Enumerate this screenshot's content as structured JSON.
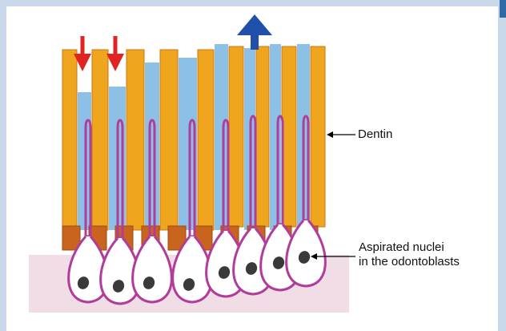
{
  "labels": {
    "dentin": "Dentin",
    "nuclei_line1": "Aspirated nuclei",
    "nuclei_line2": "in the odontoblasts"
  },
  "colors": {
    "dentin_tubule": "#f0a51e",
    "dentin_edge": "#c9781a",
    "fluid": "#7fb9e3",
    "fluid_dark": "#3f8fcf",
    "predentin": "#c8641e",
    "pulp": "#f1dde6",
    "odontoblast": "#b13c9a",
    "nucleus": "#3a3a3a",
    "arrow_in": "#e02323",
    "arrow_out": "#1f4fa8"
  }
}
